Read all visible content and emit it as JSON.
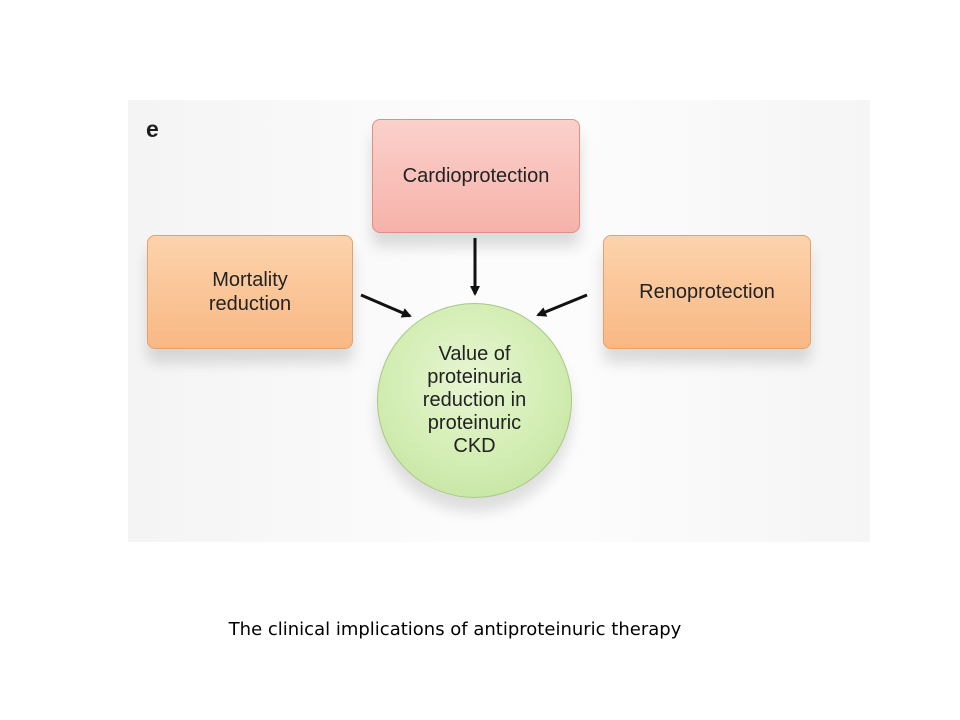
{
  "figure": {
    "panel_letter": "e",
    "nodes": {
      "cardioprotection": "Cardioprotection",
      "mortality_reduction": [
        "Mortality",
        "reduction"
      ],
      "renoprotection": "Renoprotection",
      "center": [
        "Value of",
        "proteinuria",
        "reduction in",
        "proteinuric",
        "CKD"
      ]
    },
    "colors": {
      "cardio_fill": "#f6b2aa",
      "side_box_fill": "#f8b884",
      "center_fill": "#d2edb2",
      "arrow": "#111111"
    }
  },
  "caption": "The clinical implications of antiproteinuric therapy"
}
